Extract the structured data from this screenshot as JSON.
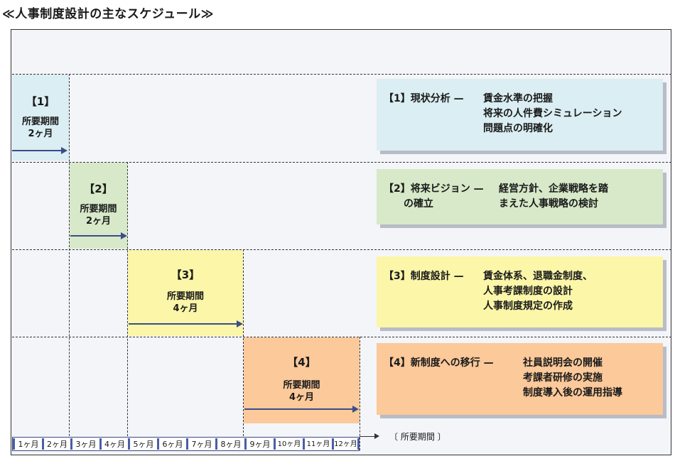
{
  "title": "≪人事制度設計の主なスケジュール≫",
  "phases": [
    {
      "num": "【1】",
      "dur_label": "所要期間",
      "dur_value": "2ヶ月",
      "color": "#daeef3"
    },
    {
      "num": "【2】",
      "dur_label": "所要期間",
      "dur_value": "2ヶ月",
      "color": "#d7e9c8"
    },
    {
      "num": "【3】",
      "dur_label": "所要期間",
      "dur_value": "4ヶ月",
      "color": "#fbf6a8"
    },
    {
      "num": "【4】",
      "dur_label": "所要期間",
      "dur_value": "4ヶ月",
      "color": "#fbc99a"
    }
  ],
  "descriptions": [
    {
      "lead": [
        "【1】現状分析 —"
      ],
      "items": [
        "賃金水準の把握",
        "将来の人件費シミュレーション",
        "問題点の明確化"
      ],
      "color": "#daeef3"
    },
    {
      "lead": [
        "【2】将来ビジョン —",
        "　　の確立"
      ],
      "items": [
        "経営方針、企業戦略を踏",
        "まえた人事戦略の検討"
      ],
      "color": "#d7e9c8"
    },
    {
      "lead": [
        "【3】制度設計 —"
      ],
      "items": [
        "賃金体系、退職金制度、",
        "人事考課制度の設計",
        "人事制度規定の作成"
      ],
      "color": "#fbf6a8"
    },
    {
      "lead": [
        "【4】新制度への移行 —"
      ],
      "items": [
        "社員説明会の開催",
        "考課者研修の実施",
        "制度導入後の運用指導"
      ],
      "color": "#fbc99a"
    }
  ],
  "months": [
    "1ヶ月",
    "2ヶ月",
    "3ヶ月",
    "4ヶ月",
    "5ヶ月",
    "6ヶ月",
    "7ヶ月",
    "8ヶ月",
    "9ヶ月",
    "10ヶ月",
    "11ヶ月",
    "12ヶ月"
  ],
  "axis_label": "〔 所要期間 〕"
}
